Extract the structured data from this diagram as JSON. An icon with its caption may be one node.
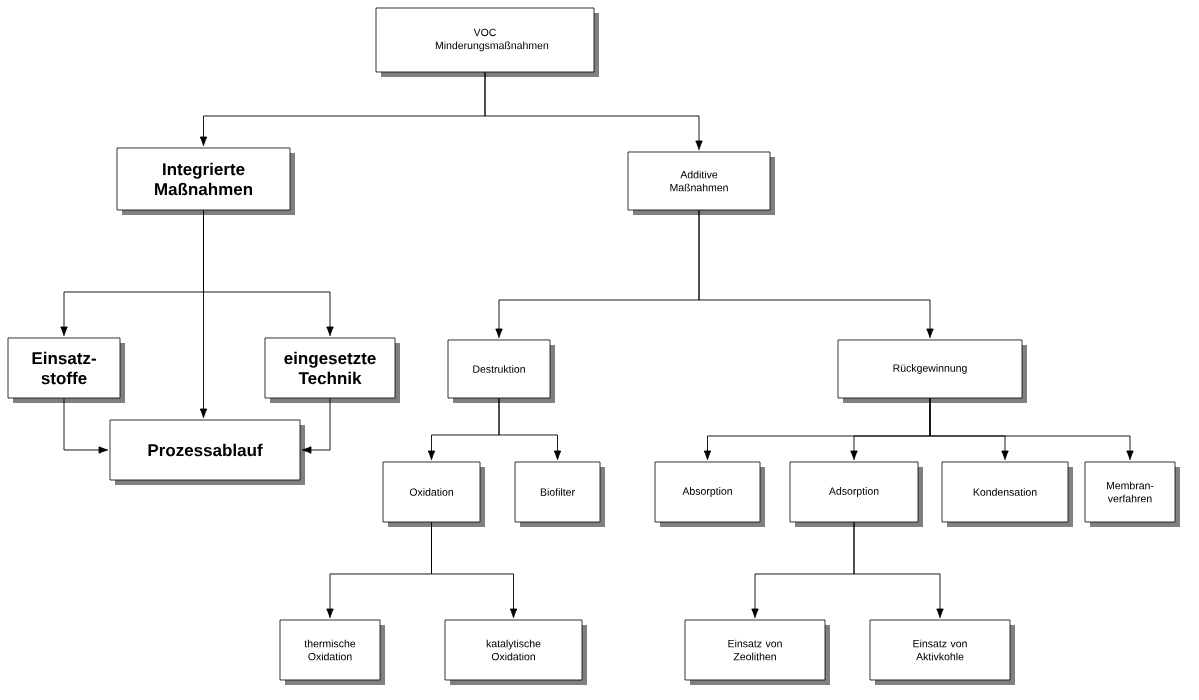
{
  "diagram": {
    "nodes": [
      {
        "text": [
          "VOC Minderungsmaßnahmen"
        ]
      },
      {
        "text": [
          "Integrierte Maßnahmen"
        ]
      },
      {
        "text": [
          "Additive Maßnahmen"
        ]
      },
      {
        "text": [
          "Einsatz- stoffe"
        ]
      },
      {
        "text": [
          "eingesetzte Technik"
        ]
      },
      {
        "text": [
          "Prozessablauf"
        ]
      },
      {
        "text": [
          "Destruktion"
        ]
      },
      {
        "text": [
          "Rückgewinnung"
        ]
      },
      {
        "text": [
          "Oxidation"
        ]
      },
      {
        "text": [
          "Biofilter"
        ]
      },
      {
        "text": [
          "Absorption"
        ]
      },
      {
        "text": [
          "Adsorption"
        ]
      },
      {
        "text": [
          "Kondensation"
        ]
      },
      {
        "text": [
          "Membran- verfahren"
        ]
      },
      {
        "text": [
          "thermische Oxidation"
        ]
      },
      {
        "text": [
          "katalytische Oxidation"
        ]
      },
      {
        "text": [
          "Einsatz von Zeolithen"
        ]
      },
      {
        "text": [
          "Einsatz von Aktivkohle"
        ]
      }
    ],
    "edges": [
      {
        "from": 0,
        "to": 1,
        "arrow": "to"
      },
      {
        "from": 0,
        "to": 2,
        "arrow": "to"
      },
      {
        "from": 1,
        "to": 3,
        "arrow": "to"
      },
      {
        "from": 1,
        "to": 5,
        "arrow": "to"
      },
      {
        "from": 1,
        "to": 4,
        "arrow": "to"
      },
      {
        "from": 3,
        "to": 5,
        "arrow": "to"
      },
      {
        "from": 4,
        "to": 5,
        "arrow": "to"
      },
      {
        "from": 2,
        "to": 6,
        "arrow": "to"
      },
      {
        "from": 2,
        "to": 7,
        "arrow": "to"
      },
      {
        "from": 6,
        "to": 8,
        "arrow": "to"
      },
      {
        "from": 6,
        "to": 9,
        "arrow": "to"
      },
      {
        "from": 8,
        "to": 14,
        "arrow": "to"
      },
      {
        "from": 8,
        "to": 15,
        "arrow": "to"
      },
      {
        "from": 7,
        "to": 10,
        "arrow": "to"
      },
      {
        "from": 7,
        "to": 11,
        "arrow": "to"
      },
      {
        "from": 7,
        "to": 12,
        "arrow": "to"
      },
      {
        "from": 7,
        "to": 13,
        "arrow": "to"
      },
      {
        "from": 11,
        "to": 16,
        "arrow": "to"
      },
      {
        "from": 11,
        "to": 17,
        "arrow": "to"
      }
    ]
  }
}
